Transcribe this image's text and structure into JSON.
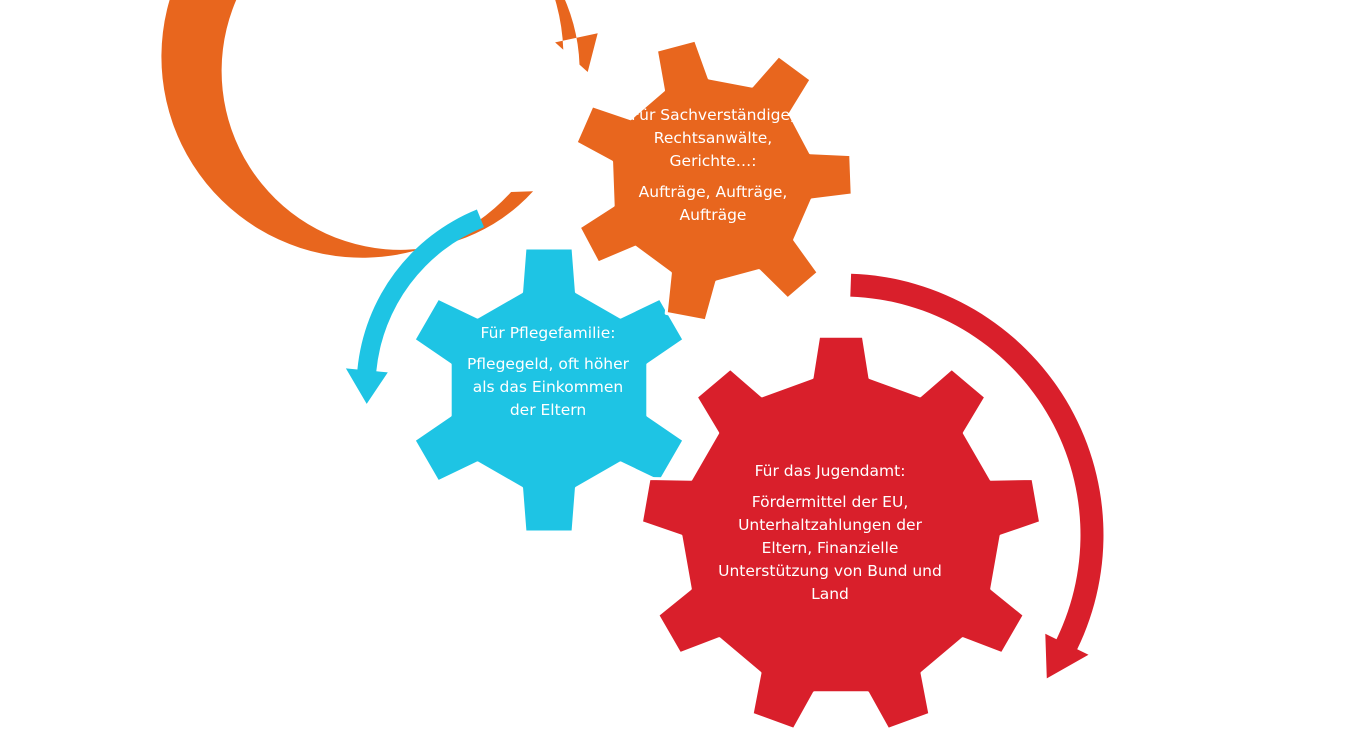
{
  "colors": {
    "orange": "#E8661E",
    "cyan": "#1EC4E4",
    "red": "#D91F2B",
    "outline": "#ffffff"
  },
  "gears": {
    "orange": {
      "heading": "Für Sachverständige, Rechtsanwälte, Gerichte…:",
      "body": "Aufträge, Aufträge, Aufträge"
    },
    "cyan": {
      "heading": "Für Pflegefamilie:",
      "body": "Pflegegeld, oft höher als das Einkommen der Eltern"
    },
    "red": {
      "heading": "Für das Jugendamt:",
      "body": "Fördermittel der EU, Unterhaltzahlungen der Eltern, Finanzielle Unterstützung von Bund und Land"
    }
  },
  "arrows": [
    {
      "name": "orange-arrow",
      "color_key": "orange"
    },
    {
      "name": "cyan-arrow",
      "color_key": "cyan"
    },
    {
      "name": "red-arrow",
      "color_key": "red"
    }
  ]
}
